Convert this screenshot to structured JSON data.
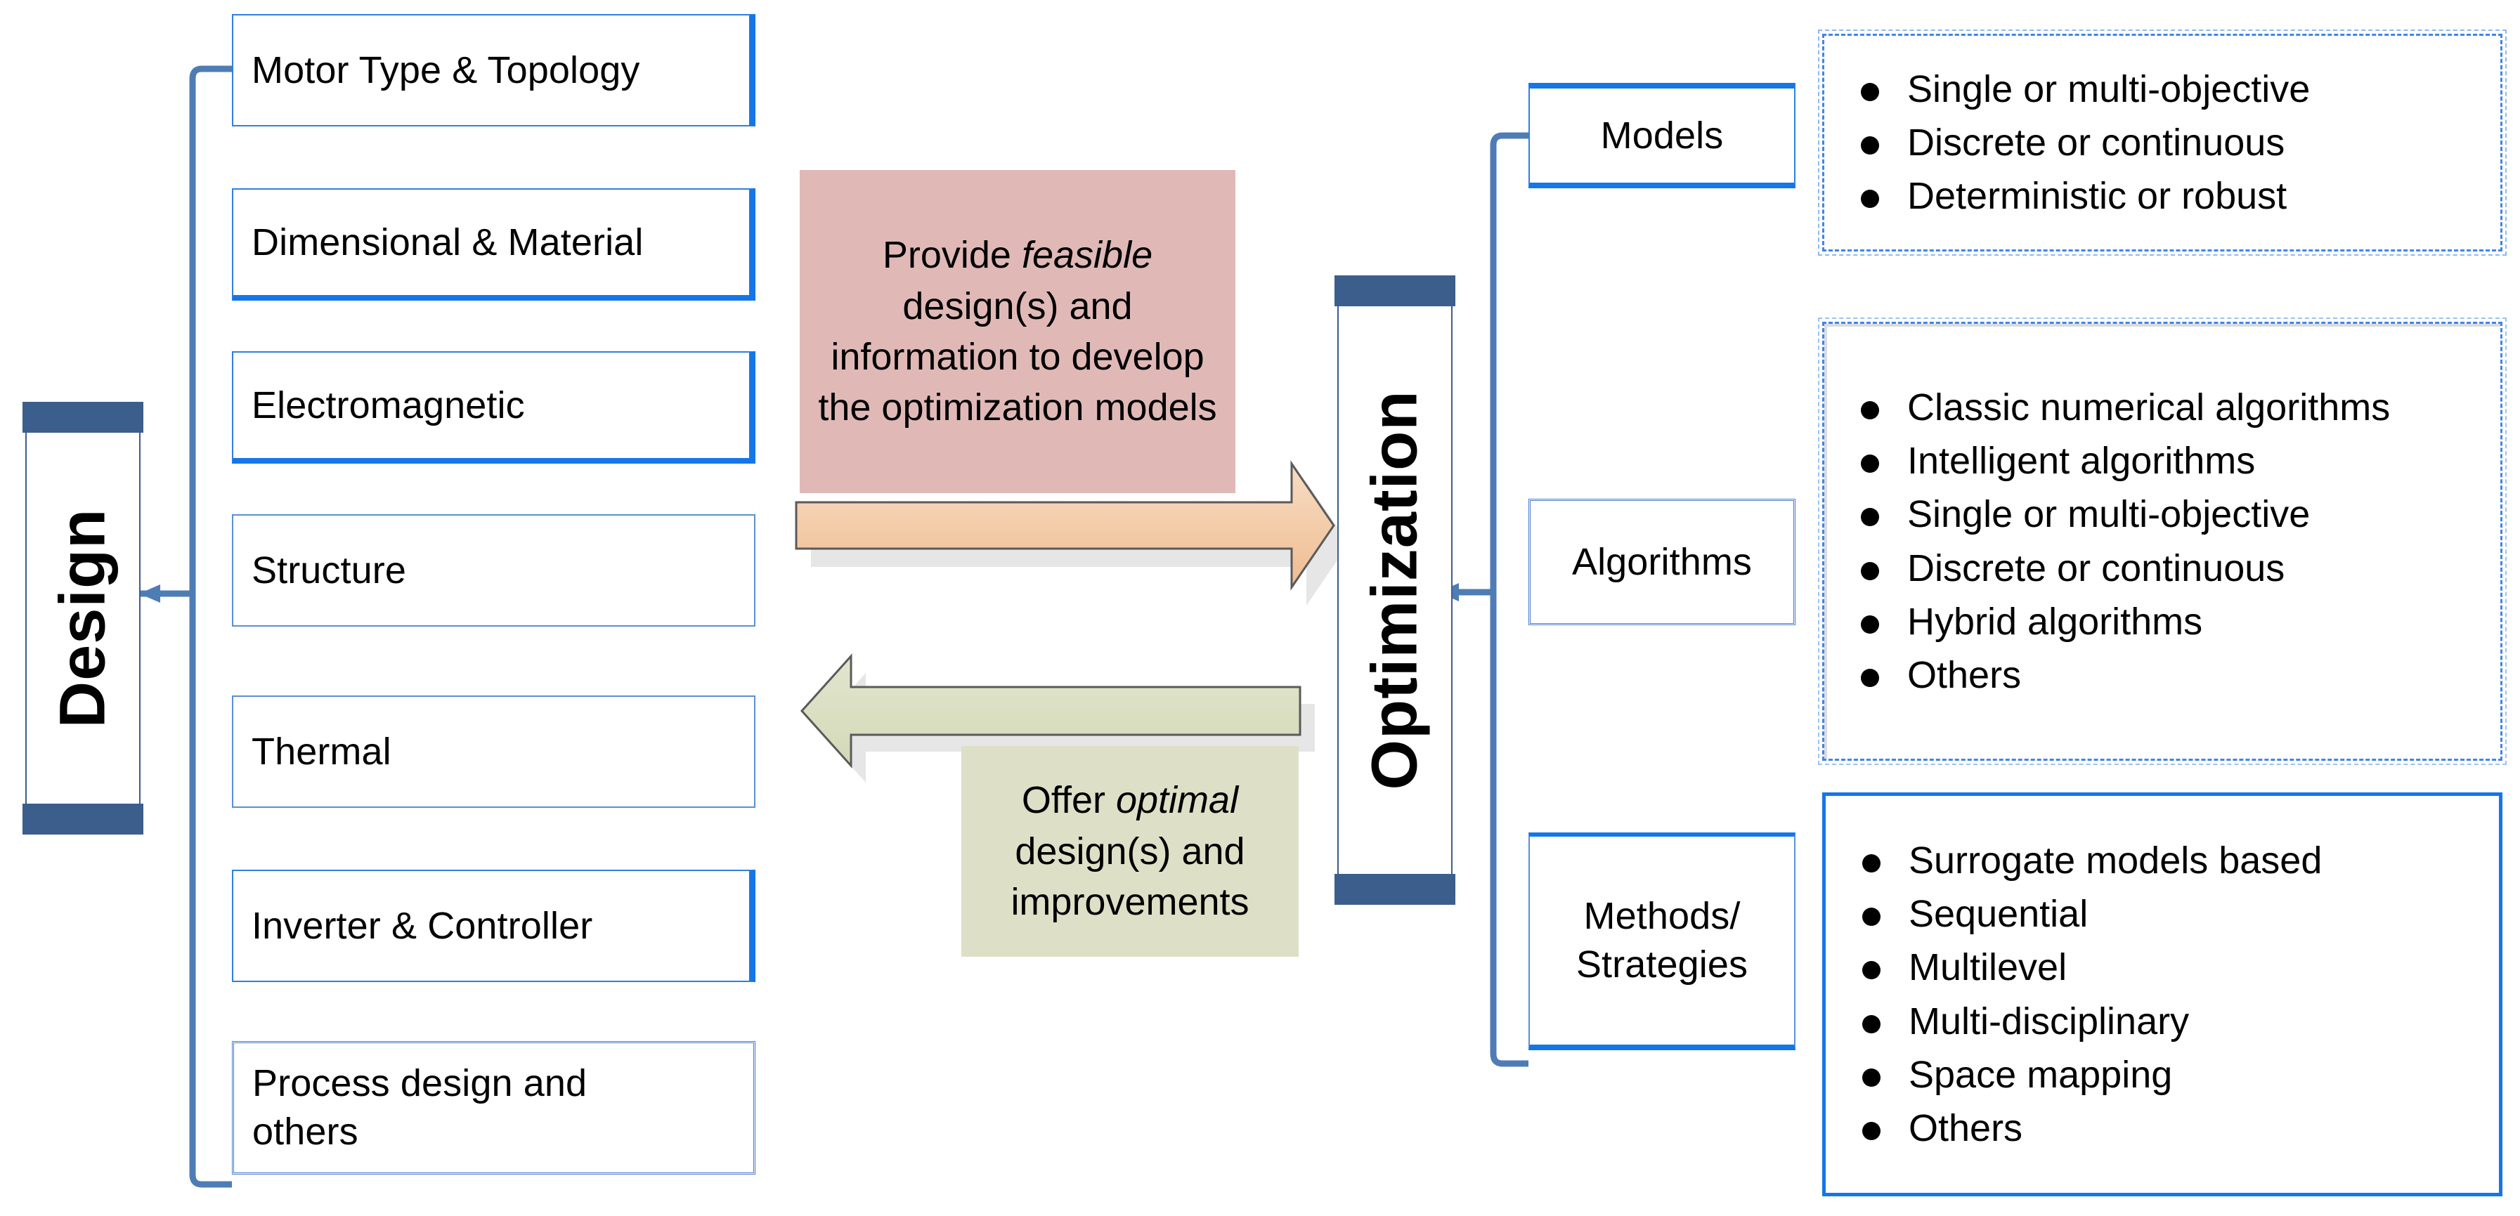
{
  "design": {
    "title": "Design",
    "items": [
      {
        "label": "Motor Type & Topology"
      },
      {
        "label": "Dimensional & Material"
      },
      {
        "label": "Electromagnetic"
      },
      {
        "label": "Structure"
      },
      {
        "label": "Thermal"
      },
      {
        "label": "Inverter & Controller"
      },
      {
        "label_line1": "Process design and",
        "label_line2": "others"
      }
    ]
  },
  "optimization": {
    "title": "Optimization",
    "groups": [
      {
        "label": "Models",
        "bullets": [
          "Single or multi-objective",
          "Discrete or continuous",
          "Deterministic or robust"
        ]
      },
      {
        "label": "Algorithms",
        "bullets": [
          "Classic numerical algorithms",
          "Intelligent algorithms",
          "Single or multi-objective",
          "Discrete or continuous",
          "Hybrid algorithms",
          "Others"
        ]
      },
      {
        "label_line1": "Methods/",
        "label_line2": "Strategies",
        "bullets": [
          "Surrogate models based",
          "Sequential",
          "Multilevel",
          "Multi-disciplinary",
          "Space mapping",
          "Others"
        ]
      }
    ]
  },
  "messages": {
    "forward": {
      "pre": "Provide ",
      "emphasis": "feasible",
      "post": " design(s) and information to develop the optimization models"
    },
    "backward": {
      "pre": "Offer ",
      "emphasis": "optimal",
      "post": " design(s) and improvements"
    }
  },
  "colors": {
    "box_border_blue": "#2F7FE0",
    "accent_blue": "#1476E8",
    "pill_dark_blue": "#3B5E8C",
    "bracket_blue": "#4E7CB5",
    "forward_box_pink": "#E0B9B7",
    "forward_arrow_orange": "#F2C9A6",
    "backward_green": "#DDE0C6"
  }
}
